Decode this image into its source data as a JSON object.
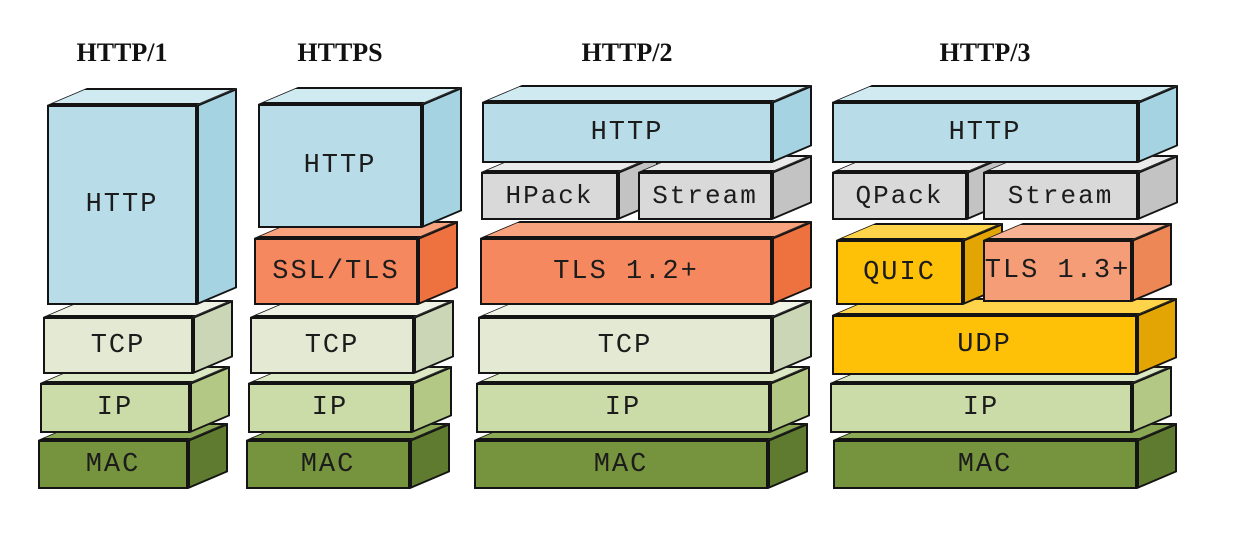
{
  "diagram": {
    "description": "Protocol layer stacks comparison",
    "background": "#FFFFFF",
    "outline_color": "#141414",
    "text_color": "#1C1C1C",
    "palette": {
      "blue": {
        "front": "#B8DDE9",
        "top": "#D0EAF1",
        "side": "#A6D3E1"
      },
      "gray": {
        "front": "#D9D9D9",
        "top": "#EAEAEA",
        "side": "#C3C3C3"
      },
      "orange": {
        "front": "#F5885E",
        "top": "#F8A37E",
        "side": "#EE7240"
      },
      "salmon": {
        "front": "#F49D77",
        "top": "#F7B294",
        "side": "#ED8756"
      },
      "yellow": {
        "front": "#FFC107",
        "top": "#FFD44A",
        "side": "#E3A504"
      },
      "pale_green": {
        "front": "#E3E9D3",
        "top": "#EFF3E5",
        "side": "#CBD6B6"
      },
      "green": {
        "front": "#CCDCA8",
        "top": "#DDE8C5",
        "side": "#B4C886"
      },
      "dark_green": {
        "front": "#76933D",
        "top": "#8BA854",
        "side": "#5F7B2F"
      }
    },
    "columns": [
      {
        "title": "HTTP/1",
        "layers": [
          {
            "label": "MAC",
            "color": "dark_green"
          },
          {
            "label": "IP",
            "color": "green"
          },
          {
            "label": "TCP",
            "color": "pale_green"
          },
          {
            "label": "HTTP",
            "color": "blue"
          }
        ]
      },
      {
        "title": "HTTPS",
        "layers": [
          {
            "label": "MAC",
            "color": "dark_green"
          },
          {
            "label": "IP",
            "color": "green"
          },
          {
            "label": "TCP",
            "color": "pale_green"
          },
          {
            "label": "SSL/TLS",
            "color": "orange"
          },
          {
            "label": "HTTP",
            "color": "blue"
          }
        ]
      },
      {
        "title": "HTTP/2",
        "layers": [
          {
            "label": "MAC",
            "color": "dark_green"
          },
          {
            "label": "IP",
            "color": "green"
          },
          {
            "label": "TCP",
            "color": "pale_green"
          },
          {
            "label": "TLS 1.2+",
            "color": "orange"
          },
          {
            "label": "HPack",
            "color": "gray"
          },
          {
            "label": "Stream",
            "color": "gray"
          },
          {
            "label": "HTTP",
            "color": "blue"
          }
        ]
      },
      {
        "title": "HTTP/3",
        "layers": [
          {
            "label": "MAC",
            "color": "dark_green"
          },
          {
            "label": "IP",
            "color": "green"
          },
          {
            "label": "UDP",
            "color": "yellow"
          },
          {
            "label": "QUIC",
            "color": "yellow"
          },
          {
            "label": "TLS 1.3+",
            "color": "salmon"
          },
          {
            "label": "QPack",
            "color": "gray"
          },
          {
            "label": "Stream",
            "color": "gray"
          },
          {
            "label": "HTTP",
            "color": "blue"
          }
        ]
      }
    ]
  }
}
